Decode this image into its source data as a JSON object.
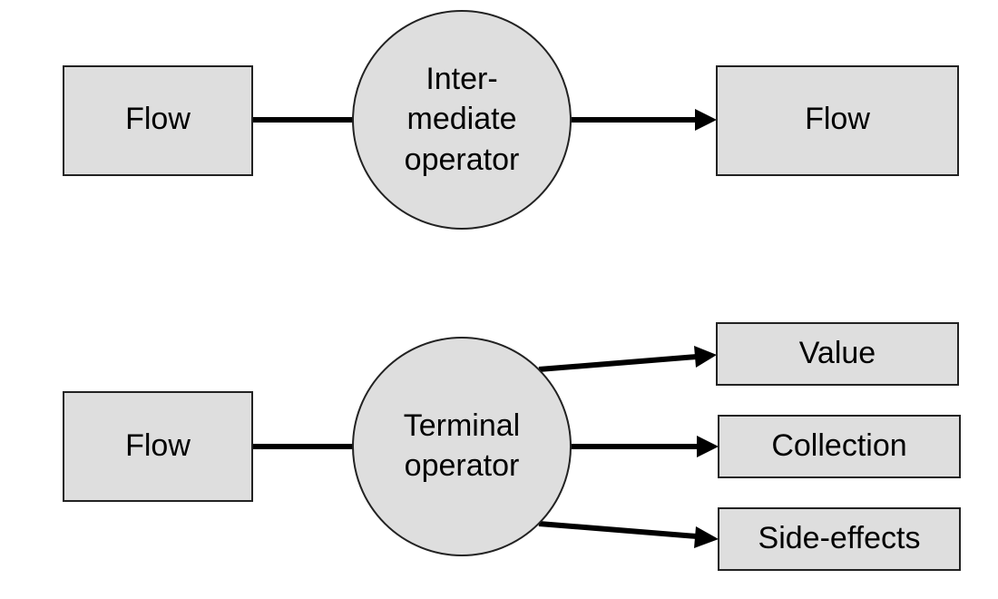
{
  "colors": {
    "node_fill": "#dedede",
    "node_stroke": "#222222",
    "edge": "#000000",
    "background": "#ffffff"
  },
  "top_row": {
    "source": "Flow",
    "operator_lines": [
      "Inter-",
      "mediate",
      "operator"
    ],
    "target": "Flow"
  },
  "bottom_row": {
    "source": "Flow",
    "operator_lines": [
      "Terminal",
      "operator"
    ],
    "outputs": [
      "Value",
      "Collection",
      "Side-effects"
    ]
  }
}
